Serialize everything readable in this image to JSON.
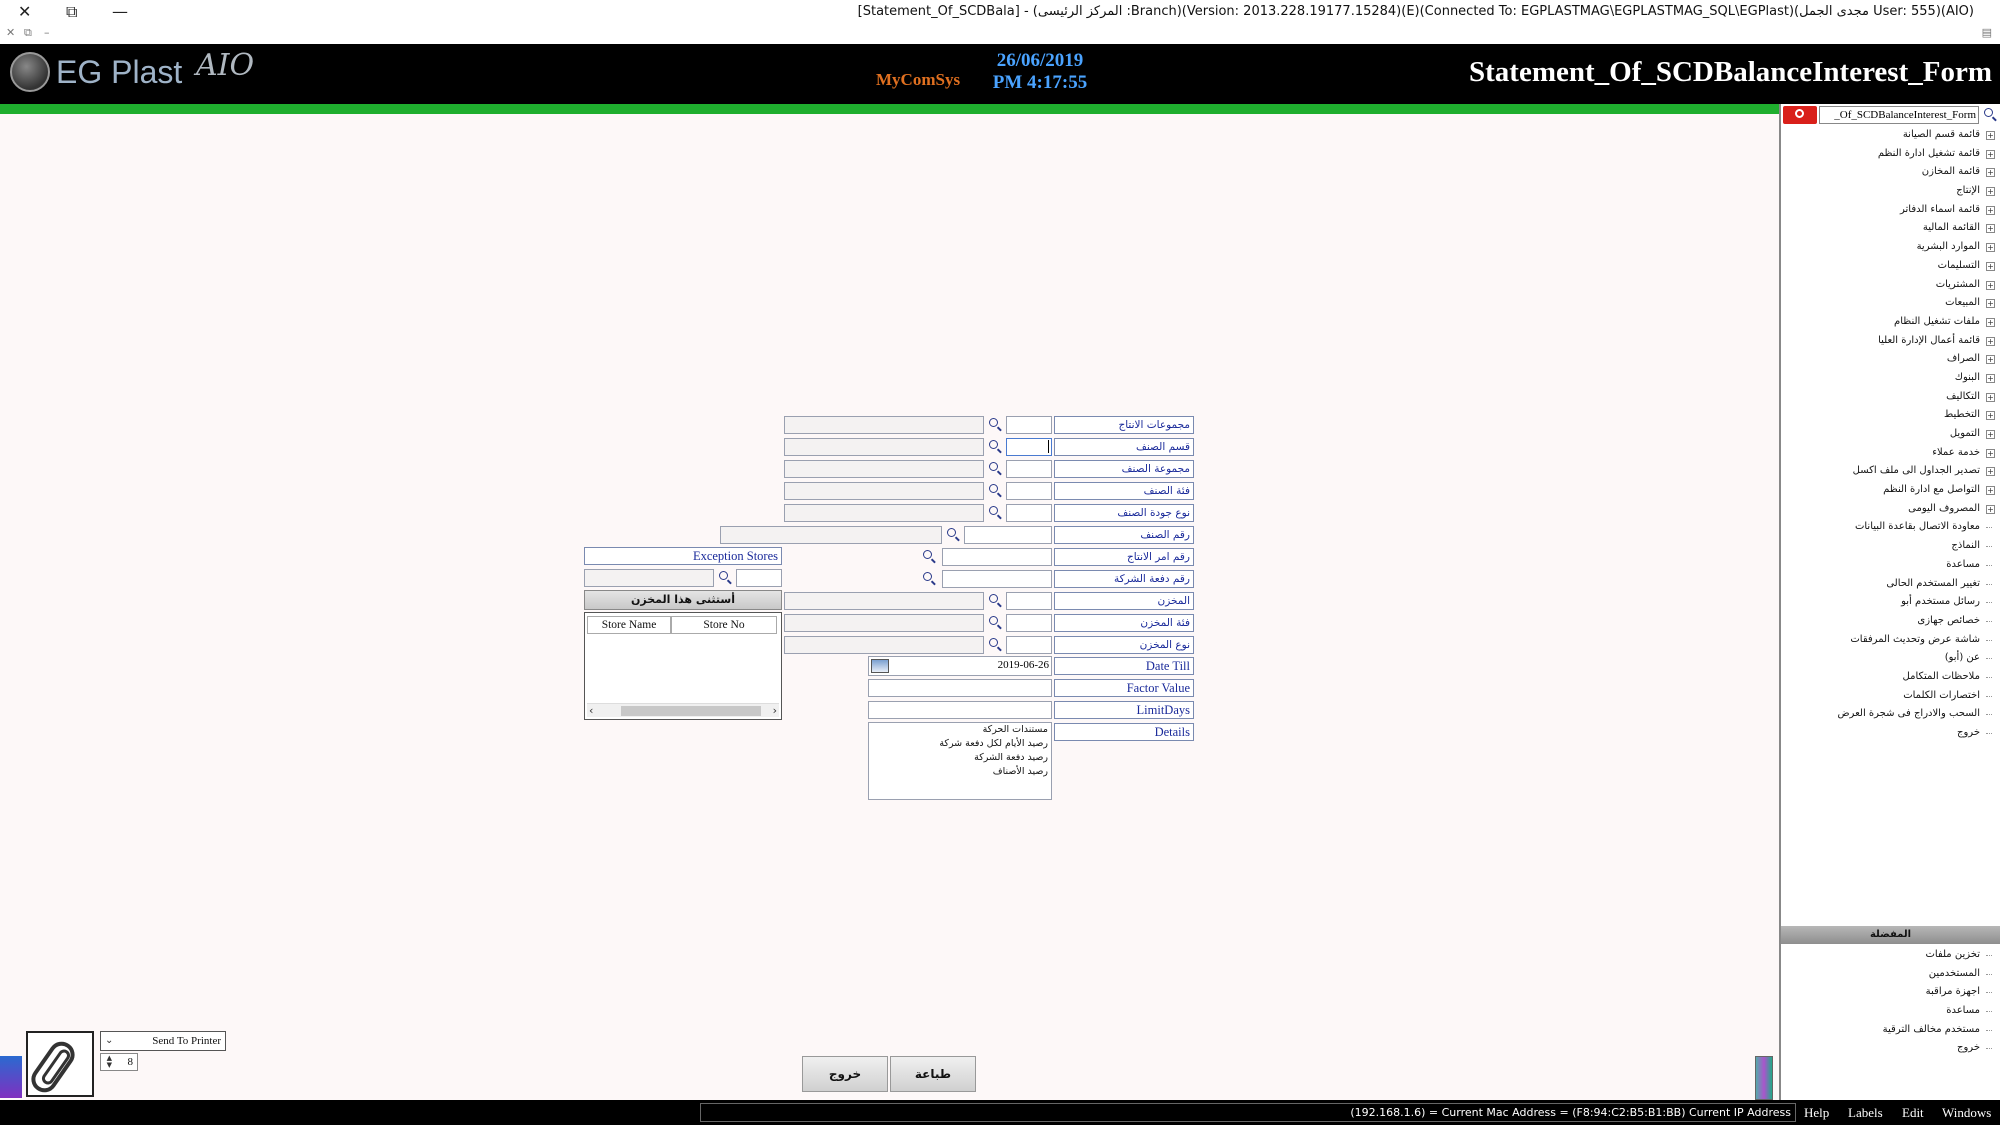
{
  "window": {
    "title": "[Statement_Of_SCDBala] - (المركز الرئيسى :Branch)(Version: 2013.228.19177.15284)(E)(Connected To: EGPLASTMAG\\EGPLASTMAG_SQL\\EGPlast)(مجدى الجمل User: 555)(AIO)"
  },
  "header": {
    "logo": "EG Plast",
    "logo_suffix": "AIO",
    "brand": "MyComSys",
    "date": "26/06/2019",
    "time": "PM 4:17:55",
    "form_title": "Statement_Of_SCDBalanceInterest_Form"
  },
  "sidebar": {
    "search_value": "_Of_SCDBalanceInterest_Form",
    "items": [
      {
        "label": "قائمة قسم الصيانة",
        "expandable": true
      },
      {
        "label": "قائمة تشغيل ادارة النظم",
        "expandable": true
      },
      {
        "label": "قائمة المخازن",
        "expandable": true
      },
      {
        "label": "الإنتاج",
        "expandable": true
      },
      {
        "label": "قائمة اسماء الدفاتر",
        "expandable": true
      },
      {
        "label": "القائمة المالية",
        "expandable": true
      },
      {
        "label": "الموارد البشرية",
        "expandable": true
      },
      {
        "label": "التسليمات",
        "expandable": true
      },
      {
        "label": "المشتريات",
        "expandable": true
      },
      {
        "label": "المبيعات",
        "expandable": true
      },
      {
        "label": "ملفات تشغيل النظام",
        "expandable": true
      },
      {
        "label": "قائمة أعمال الإدارة العليا",
        "expandable": true
      },
      {
        "label": "الصراف",
        "expandable": true
      },
      {
        "label": "البنوك",
        "expandable": true
      },
      {
        "label": "التكاليف",
        "expandable": true
      },
      {
        "label": "التخطيط",
        "expandable": true
      },
      {
        "label": "التمويل",
        "expandable": true
      },
      {
        "label": "خدمة عملاء",
        "expandable": true
      },
      {
        "label": "تصدير الجداول الى ملف اكسل",
        "expandable": true
      },
      {
        "label": "التواصل مع ادارة النظم",
        "expandable": true
      },
      {
        "label": "المصروف اليومى",
        "expandable": true
      },
      {
        "label": "معاودة الاتصال بقاعدة البيانات",
        "expandable": false
      },
      {
        "label": "النماذج",
        "expandable": false
      },
      {
        "label": "مساعدة",
        "expandable": false
      },
      {
        "label": "تغيير المستخدم الحالى",
        "expandable": false
      },
      {
        "label": "رسائل مستخدم أبو",
        "expandable": false
      },
      {
        "label": "خصائص جهازى",
        "expandable": false
      },
      {
        "label": "شاشة عرض وتحديث المرفقات",
        "expandable": false
      },
      {
        "label": "عن (أبو)",
        "expandable": false
      },
      {
        "label": "ملاحظات المتكامل",
        "expandable": false
      },
      {
        "label": "اختصارات الكلمات",
        "expandable": false
      },
      {
        "label": "السحب والادراج فى شجرة العرض",
        "expandable": false
      },
      {
        "label": "خروج",
        "expandable": false
      }
    ],
    "section2_title": "المفضلة",
    "section2_items": [
      "تخزين ملفات",
      "المستخدمين",
      "اجهزة مراقبة",
      "مساعدة",
      "مستخدم مخالف الترقية",
      "خروج"
    ]
  },
  "form": {
    "labels": {
      "production_groups": "مجموعات الانتاج",
      "item_section": "قسم الصنف",
      "item_group": "مجموعة الصنف",
      "item_category": "فئة الصنف",
      "item_quality": "نوع جودة الصنف",
      "item_no": "رقم الصنف",
      "production_order_no": "رقم امر الانتاج",
      "company_batch_no": "رقم دفعة الشركة",
      "store": "المخزن",
      "store_category": "فئة المخزن",
      "store_type": "نوع المخزن",
      "date_till": "Date Till",
      "factor_value": "Factor Value",
      "limit_days": "LimitDays",
      "details": "Details",
      "exception_stores": "Exception Stores"
    },
    "date_till_value": "2019-06-26",
    "exclude_store_button": "أستثنى هذا المخزن",
    "stores_grid": {
      "columns": [
        "Store Name",
        "Store No"
      ]
    },
    "details_items": [
      "مستندات الحركة",
      "رصيد الأيام لكل دفعة شركة",
      "رصيد دفعة الشركة",
      "رصيد الأصناف"
    ]
  },
  "bottom": {
    "print_option": "Send To Printer",
    "copies": "8",
    "exit_button": "خروج",
    "print_button": "طباعة"
  },
  "statusbar": {
    "ip_info": "(192.168.1.6) = Current Mac Address = (F8:94:C2:B5:B1:BB) Current IP Address",
    "menu": [
      "Help",
      "Labels",
      "Edit",
      "Windows"
    ]
  }
}
